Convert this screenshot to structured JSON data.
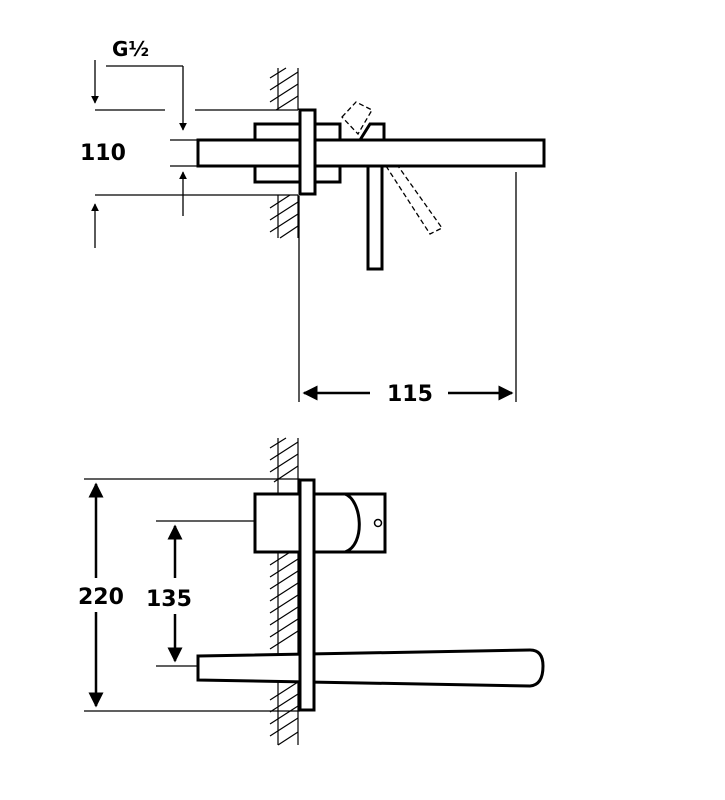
{
  "labels": {
    "thread": "G½",
    "dim_110": "110",
    "dim_115": "115",
    "dim_220": "220",
    "dim_135": "135"
  },
  "colors": {
    "line": "#000000",
    "background": "#ffffff"
  }
}
